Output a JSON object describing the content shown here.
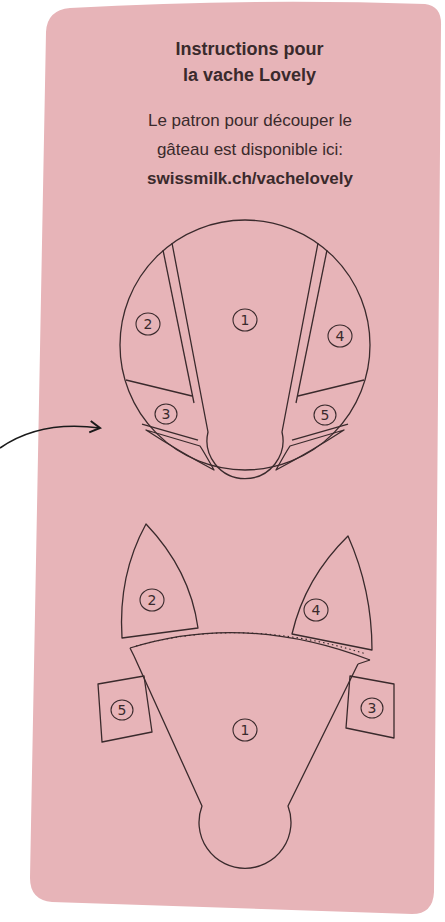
{
  "diagram": {
    "title": "Instructions pour la vache Lovely",
    "labels": [
      "Le patron pour découper le gâteau est disponible ici:",
      "swissmilk.ch/vachelovely",
      "2",
      "1",
      "4",
      "3",
      "5",
      "2",
      "4",
      "5",
      "1",
      "3"
    ]
  }
}
